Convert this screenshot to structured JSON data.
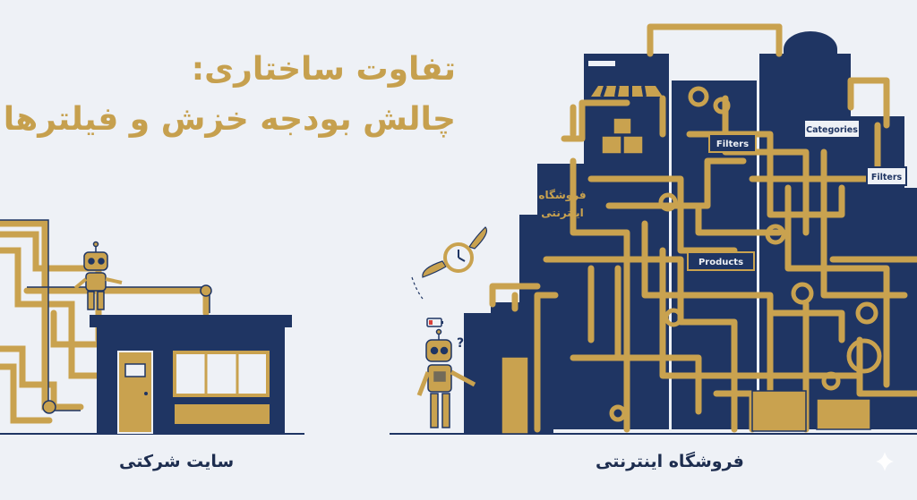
{
  "title": {
    "line1": "تفاوت ساختاری:",
    "line2": "چالش بودجه خزش و فیلترها"
  },
  "captions": {
    "corporate_site": "سایت شرکتی",
    "online_store": "فروشگاه اینترنتی"
  },
  "store_sign": {
    "line1": "فروشگاه",
    "line2": "اینترنتی"
  },
  "labels": {
    "filters_1": "Filters",
    "categories": "Categories",
    "filters_2": "Filters",
    "products": "Products"
  },
  "robot_confused_marks": "??",
  "colors": {
    "background": "#eef1f6",
    "navy": "#1f3563",
    "gold": "#c9a24f",
    "title": "#c6a04e",
    "caption": "#1d2d4f",
    "battery_low": "#d9413b"
  }
}
